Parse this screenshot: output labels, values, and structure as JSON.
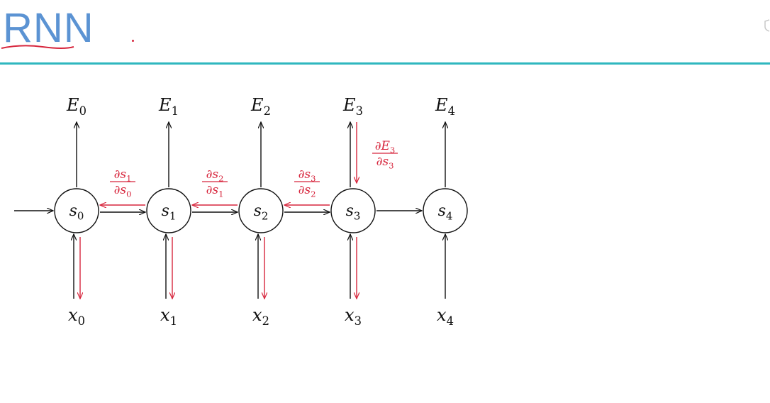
{
  "slide": {
    "title": "RNN",
    "title_color": "#5b93d3",
    "accent_color": "#d7263d",
    "divider_color": "#2fb7bf"
  },
  "diagram": {
    "ink_color": "#111111",
    "nodes": [
      {
        "label": "s",
        "index": "0",
        "output_label": "E",
        "output_index": "0",
        "input_label": "x",
        "input_index": "0",
        "input_backprop": true
      },
      {
        "label": "s",
        "index": "1",
        "output_label": "E",
        "output_index": "1",
        "input_label": "x",
        "input_index": "1",
        "input_backprop": true
      },
      {
        "label": "s",
        "index": "2",
        "output_label": "E",
        "output_index": "2",
        "input_label": "x",
        "input_index": "2",
        "input_backprop": true
      },
      {
        "label": "s",
        "index": "3",
        "output_label": "E",
        "output_index": "3",
        "input_label": "x",
        "input_index": "3",
        "input_backprop": true,
        "output_backprop": true
      },
      {
        "label": "s",
        "index": "4",
        "output_label": "E",
        "output_index": "4",
        "input_label": "x",
        "input_index": "4",
        "input_backprop": false
      }
    ],
    "gradients": [
      {
        "num": "∂s",
        "num_index": "1",
        "den": "∂s",
        "den_index": "0"
      },
      {
        "num": "∂s",
        "num_index": "2",
        "den": "∂s",
        "den_index": "1"
      },
      {
        "num": "∂s",
        "num_index": "3",
        "den": "∂s",
        "den_index": "2"
      }
    ],
    "output_gradient": {
      "num": "∂E",
      "num_index": "3",
      "den": "∂s",
      "den_index": "3"
    }
  },
  "icons": {
    "corner": "shield-icon"
  }
}
